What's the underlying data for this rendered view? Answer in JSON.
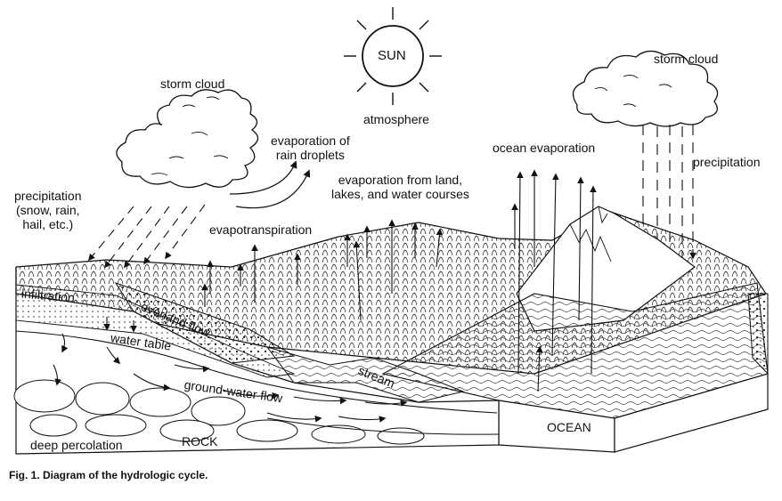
{
  "labels": {
    "sun": "SUN",
    "storm_cloud_left": "storm cloud",
    "storm_cloud_right": "storm cloud",
    "atmosphere": "atmosphere",
    "evap_rain": "evaporation of\nrain droplets",
    "ocean_evap": "ocean evaporation",
    "evap_land": "evaporation from land,\nlakes, and water courses",
    "precip_left": "precipitation\n(snow, rain,\nhail, etc.)",
    "precip_right": "precipitation",
    "evapotranspiration": "evapotranspiration",
    "infiltration": "infiltration",
    "overland_flow": "overland flow",
    "water_table": "water table",
    "ground_water_flow": "ground-water flow",
    "stream": "stream",
    "deep_percolation": "deep percolation",
    "rock": "ROCK",
    "ocean": "OCEAN"
  },
  "caption": "Fig. 1.  Diagram of the hydrologic cycle."
}
